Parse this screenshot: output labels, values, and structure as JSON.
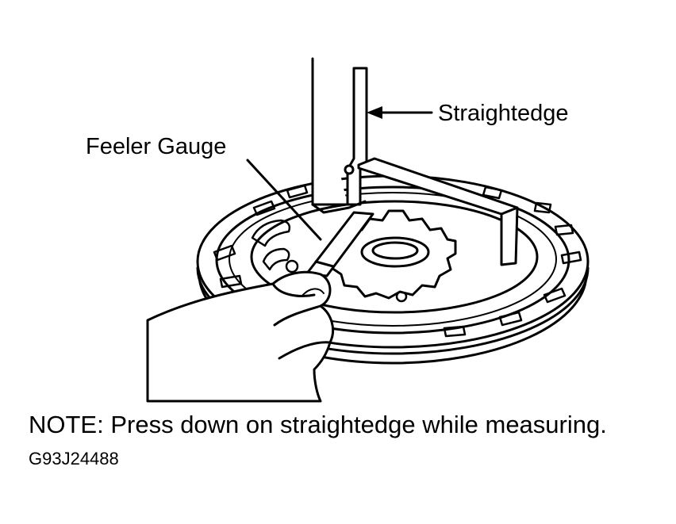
{
  "labels": {
    "straightedge": "Straightedge",
    "feeler_gauge": "Feeler Gauge"
  },
  "note": "NOTE: Press down on straightedge while measuring.",
  "figure_code": "G93J24488",
  "colors": {
    "line": "#000000",
    "background": "#ffffff"
  }
}
